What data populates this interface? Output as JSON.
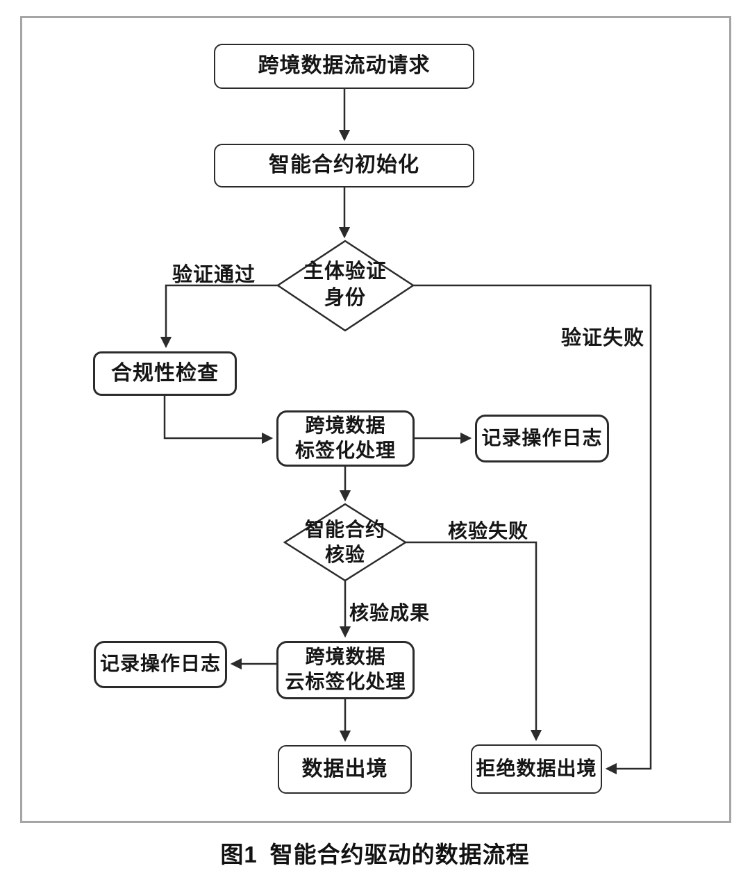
{
  "figure": {
    "caption_label": "图1",
    "caption_title": "智能合约驱动的数据流程"
  },
  "nodes": {
    "request": {
      "type": "process",
      "lines": [
        "跨境数据流动请求"
      ]
    },
    "init": {
      "type": "process",
      "lines": [
        "智能合约初始化"
      ]
    },
    "identity": {
      "type": "decision",
      "lines": [
        "主体验证",
        "身份"
      ]
    },
    "compliance": {
      "type": "process",
      "lines": [
        "合规性检查"
      ]
    },
    "labeling": {
      "type": "process",
      "lines": [
        "跨境数据",
        "标签化处理"
      ]
    },
    "log_right": {
      "type": "process",
      "lines": [
        "记录操作日志"
      ]
    },
    "verify": {
      "type": "decision",
      "lines": [
        "智能合约",
        "核验"
      ]
    },
    "cloud_labeling": {
      "type": "process",
      "lines": [
        "跨境数据",
        "云标签化处理"
      ]
    },
    "log_left": {
      "type": "process",
      "lines": [
        "记录操作日志"
      ]
    },
    "exit": {
      "type": "terminal",
      "lines": [
        "数据出境"
      ]
    },
    "reject": {
      "type": "terminal",
      "lines": [
        "拒绝数据出境"
      ]
    }
  },
  "edges": [
    {
      "from": "request",
      "to": "init",
      "label": ""
    },
    {
      "from": "init",
      "to": "identity",
      "label": ""
    },
    {
      "from": "identity",
      "to": "compliance",
      "label": "验证通过"
    },
    {
      "from": "identity",
      "to": "reject",
      "label": "验证失败"
    },
    {
      "from": "compliance",
      "to": "labeling",
      "label": ""
    },
    {
      "from": "labeling",
      "to": "log_right",
      "label": ""
    },
    {
      "from": "labeling",
      "to": "verify",
      "label": ""
    },
    {
      "from": "verify",
      "to": "reject",
      "label": "核验失败"
    },
    {
      "from": "verify",
      "to": "cloud_labeling",
      "label": "核验成果"
    },
    {
      "from": "cloud_labeling",
      "to": "log_left",
      "label": ""
    },
    {
      "from": "cloud_labeling",
      "to": "exit",
      "label": ""
    }
  ],
  "colors": {
    "stroke": "#2b2b2b",
    "frame_border": "#a5a5a5",
    "text": "#151515",
    "node_fill": "#ffffff"
  }
}
